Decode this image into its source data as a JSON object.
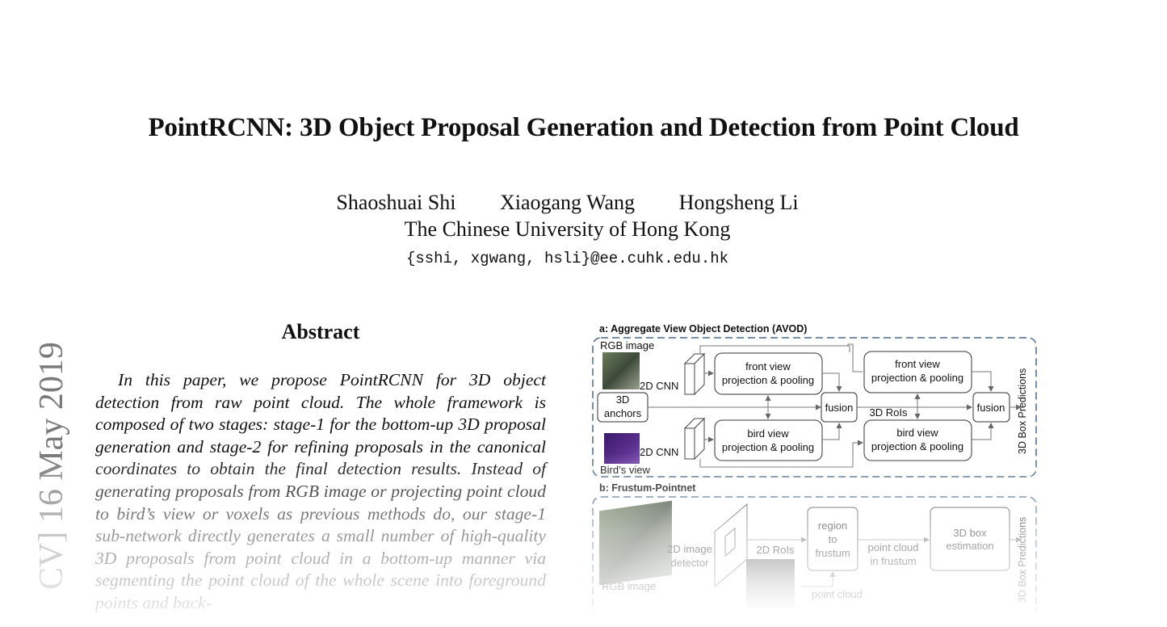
{
  "paper": {
    "title": "PointRCNN: 3D Object Proposal Generation and Detection from Point Cloud",
    "authors": [
      "Shaoshuai Shi",
      "Xiaogang Wang",
      "Hongsheng Li"
    ],
    "affiliation": "The Chinese University of Hong Kong",
    "email": "{sshi, xgwang, hsli}@ee.cuhk.edu.hk",
    "arxiv_stamp": "CV] 16 May 2019",
    "abstract_heading": "Abstract",
    "abstract_text": "In this paper, we propose PointRCNN for 3D object detection from raw point cloud. The whole framework is composed of two stages: stage-1 for the bottom-up 3D proposal generation and stage-2 for refining proposals in the canonical coordinates to obtain the final detection results. Instead of generating proposals from RGB image or projecting point cloud to bird’s view or voxels as previous methods do, our stage-1 sub-network directly generates a small number of high-quality 3D proposals from point cloud in a bottom-up manner via segmenting the point cloud of the whole scene into foreground points and back-"
  },
  "figure": {
    "a_title": "a: Aggregate View Object Detection (AVOD)",
    "rgb_image": "RGB image",
    "cnn_top": "2D CNN",
    "cnn_bottom": "2D CNN",
    "anchors_1": "3D",
    "anchors_2": "anchors",
    "fv1_1": "front view",
    "fv1_2": "projection & pooling",
    "bv1_1": "bird view",
    "bv1_2": "projection & pooling",
    "fusion_1": "fusion",
    "rois": "3D RoIs",
    "fv2_1": "front view",
    "fv2_2": "projection & pooling",
    "bv2_1": "bird view",
    "bv2_2": "projection & pooling",
    "fusion_2": "fusion",
    "pred_a": "3D Box Predictions",
    "birds_view": "Bird’s view",
    "b_title": "b: Frustum-Pointnet",
    "detector_1": "2D image",
    "detector_2": "detector",
    "rois_2d": "2D RoIs",
    "region_1": "region",
    "region_2": "to",
    "region_3": "frustum",
    "pc_frustum_1": "point cloud",
    "pc_frustum_2": "in frustum",
    "box_est_1": "3D box",
    "box_est_2": "estimation",
    "pred_b": "3D Box Predictions",
    "rgb_image_b": "RGB image",
    "point_cloud": "point cloud"
  }
}
